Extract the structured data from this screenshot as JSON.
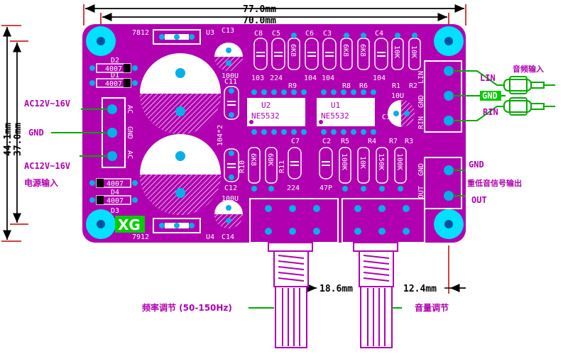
{
  "dimensions": {
    "width_outer": "77.0mm",
    "width_inner": "70.0mm",
    "height_outer": "44.1mm",
    "height_inner": "37.0mm",
    "pot_spacing": "18.6mm",
    "pot_offset": "12.4mm"
  },
  "labels": {
    "ac_top": "AC12V~16V",
    "gnd_left": "GND",
    "ac_bottom": "AC12V~16V",
    "power_input": "电源输入",
    "audio_input": "音频输入",
    "lin": "LIN",
    "gnd_right": "GND",
    "rin": "RIN",
    "gnd_out": "GND",
    "sub_output": "重低音信号输出",
    "out": "OUT",
    "freq_adjust": "频率调节 (50-150Hz)",
    "volume_adjust": "音量调节"
  },
  "board": {
    "logo": "XG",
    "reg_top": "7812",
    "u3": "U3",
    "reg_bottom": "7912",
    "u4": "U4",
    "d1": "D1",
    "d2": "D2",
    "d3": "D3",
    "d4": "D4",
    "diode_value": "4007",
    "cap_big_top": "C13",
    "cap_big_top_val": "100U",
    "cap_big_bot": "C14",
    "cap_big_bot_val": "100U",
    "c11": "C11",
    "c12": "C12",
    "c104_2": "104*2",
    "terminal_ac": "AC",
    "terminal_gnd": "GND",
    "u1": "U1",
    "u1_part": "NE5532",
    "u2": "U2",
    "u2_part": "NE5532",
    "c1": "C1",
    "c1_val": "10U",
    "top_caps": [
      {
        "ref": "C8",
        "val": "103"
      },
      {
        "ref": "C5",
        "val": "224"
      },
      {
        "ref": "C6",
        "val": "104"
      },
      {
        "ref": "C3",
        "val": "104"
      },
      {
        "ref": "C4",
        "val": "104"
      }
    ],
    "r9": "R9",
    "r9_val": "6K8",
    "r8": "R8",
    "r8_val": "6K8",
    "r6": "R6",
    "r6_val": "6K8",
    "r1": "R1",
    "r1_val": "10K",
    "r2": "R2",
    "r2_val": "10K",
    "r10": "R10",
    "r10_val": "6K8",
    "r11": "R11",
    "r11_val": "68K",
    "c7": "C7",
    "c7_val": "224",
    "c2": "C2",
    "c2_val": "47P",
    "r5": "R5",
    "r5_val": "100K",
    "r4": "R4",
    "r4_val": "10K",
    "r7": "R7",
    "r7_val": "150K",
    "r3": "R3",
    "r3_val": "100K",
    "term_in_gnd": "GND",
    "term_in_lin": "LIN",
    "term_in_rin": "RIN",
    "term_out_gnd": "GND",
    "term_out_out": "OUT"
  }
}
